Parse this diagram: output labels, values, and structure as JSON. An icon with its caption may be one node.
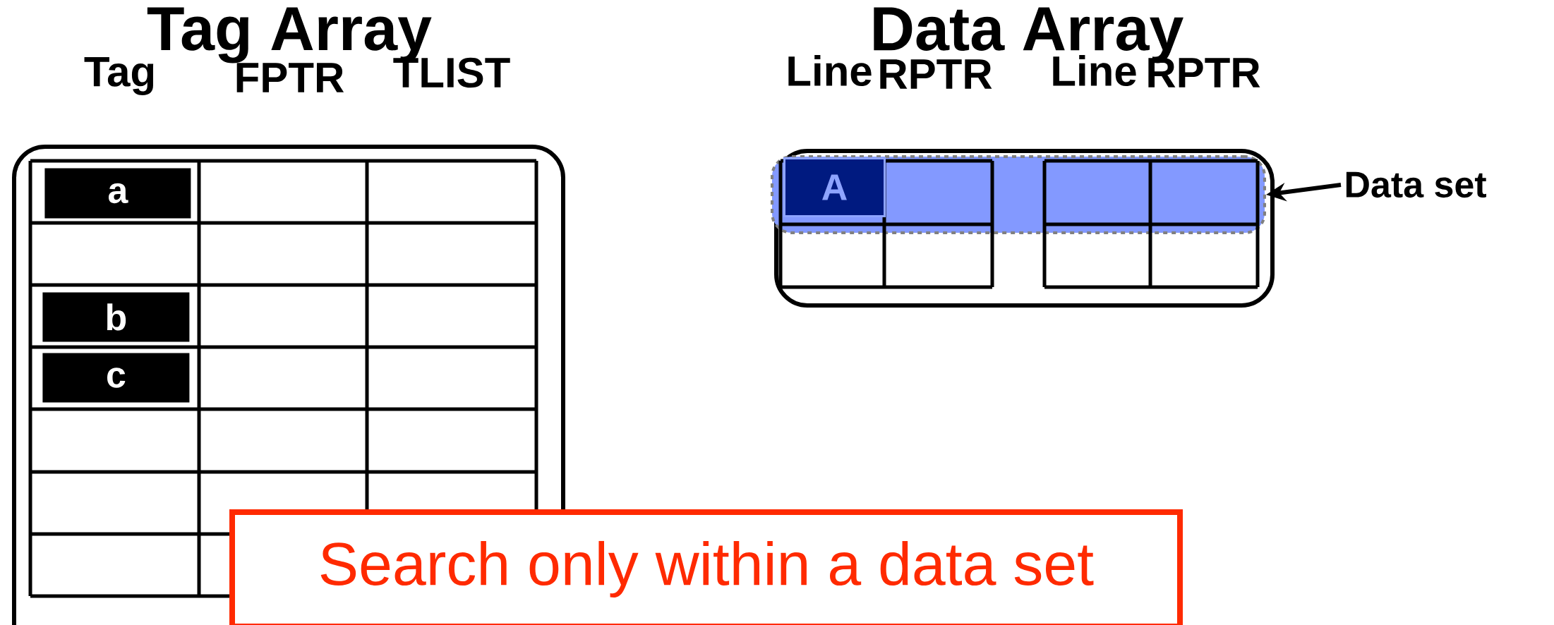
{
  "diagram": {
    "nodes": [
      {
        "text": [
          "Tag Array"
        ]
      },
      {
        "text": [
          "a"
        ],
        "in": 0
      },
      {
        "text": [
          "b"
        ],
        "in": 0
      },
      {
        "text": [
          "c"
        ],
        "in": 0
      },
      {
        "text": [
          "Data Array"
        ]
      },
      {
        "text": [],
        "shape": "box",
        "in": 4
      },
      {
        "text": [
          "Data set"
        ]
      },
      {
        "text": [
          "A"
        ],
        "in": 5
      },
      {
        "text": [
          "Search only within a data set"
        ]
      }
    ],
    "edges": [
      {
        "from": 6,
        "to": 5,
        "arrow": "to"
      }
    ],
    "labels": [
      "Tag",
      "FPTR",
      "TLIST",
      "Line",
      "RPTR",
      "Line",
      "RPTR"
    ]
  }
}
